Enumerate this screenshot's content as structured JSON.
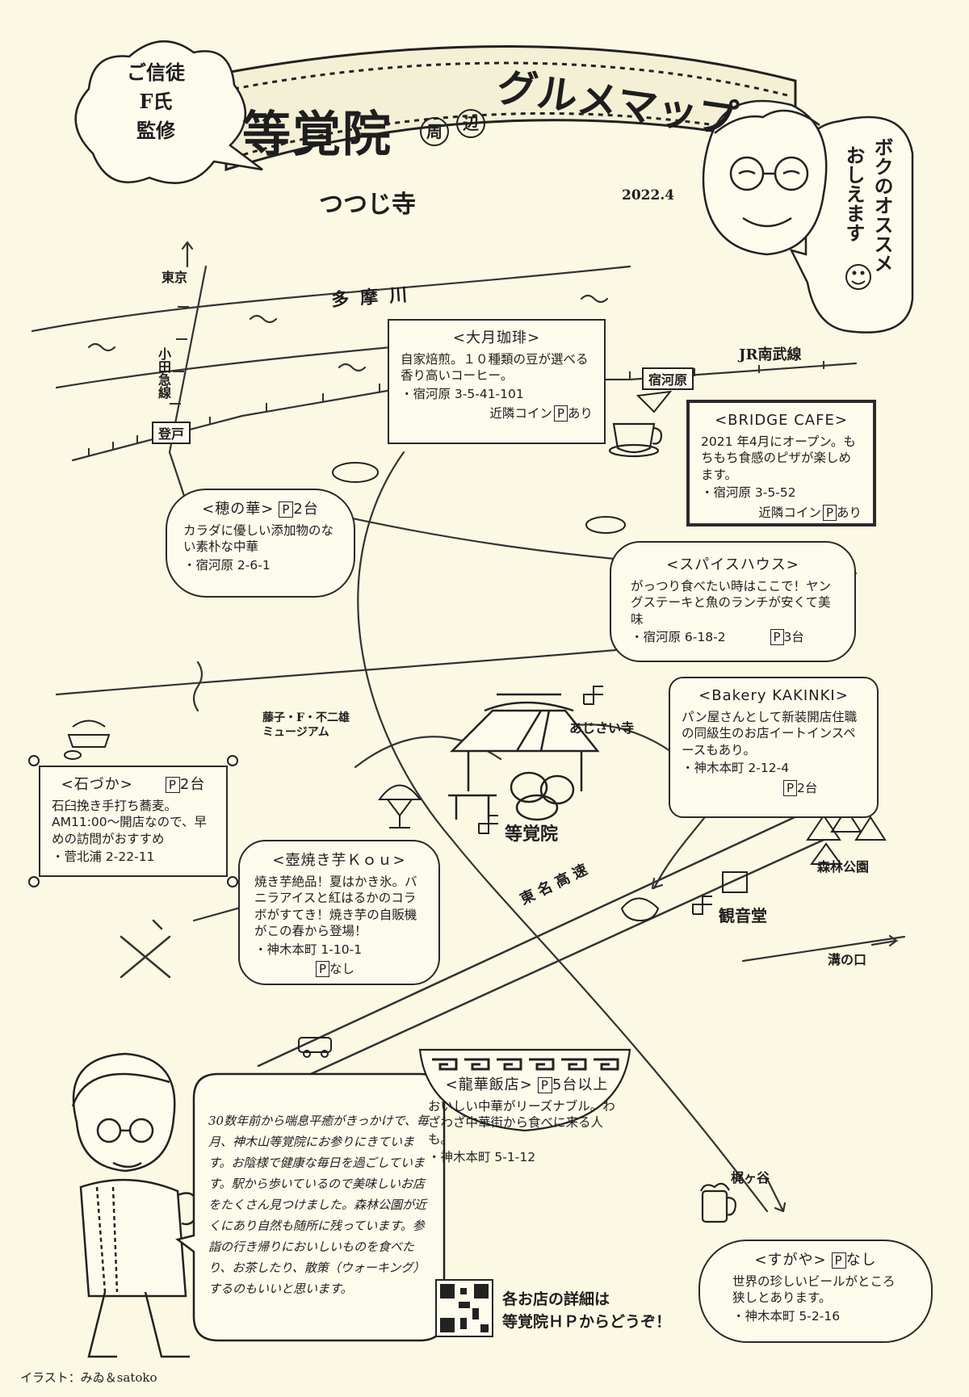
{
  "header": {
    "supervisor": [
      "ご信徒",
      "F氏",
      "監修"
    ],
    "title_main": "等覚院",
    "title_circ1": "周",
    "title_circ2": "辺",
    "title_sub": "グルメマップ",
    "temple_nickname": "つつじ寺",
    "date": "2022.4",
    "recommend": [
      "ボクのオススメ",
      "おしえます"
    ]
  },
  "map": {
    "river": "多摩川",
    "tokyo": "東京",
    "odakyu": "小田急線",
    "noborito": "登戸",
    "jr_line": "JR南武線",
    "shukugawara": "宿河原",
    "museum": "藤子・F・不二雄ミュージアム",
    "ajisai": "あじさい寺",
    "tokakuin": "等覚院",
    "tomei": "東名高速",
    "kannondo": "観音堂",
    "forest_park": "森林公園",
    "mizonokuchi": "溝の口",
    "kajigaya": "梶ヶ谷"
  },
  "shops": {
    "otsuki": {
      "name": "<大月珈琲>",
      "desc": "自家焙煎。１０種類の豆が選べる香り高いコーヒー。",
      "addr": "・宿河原 3-5-41-101",
      "parking_pre": "近隣コイン",
      "parking_p": "P",
      "parking_post": "あり"
    },
    "bridge": {
      "name": "<BRIDGE CAFE>",
      "desc": "2021 年4月にオープン。もちもち食感のピザが楽しめます。",
      "addr": "・宿河原 3-5-52",
      "parking_pre": "近隣コイン",
      "parking_p": "P",
      "parking_post": "あり"
    },
    "honoka": {
      "name": "<穂の華>",
      "parking_p": "P",
      "parking_post": "2台",
      "desc": "カラダに優しい添加物のない素朴な中華",
      "addr": "・宿河原 2-6-1"
    },
    "spice": {
      "name": "<スパイスハウス>",
      "desc": "がっつり食べたい時はここで！ヤングステーキと魚のランチが安くて美味",
      "addr": "・宿河原 6-18-2",
      "parking_p": "P",
      "parking_post": "3台"
    },
    "bakery": {
      "name": "<Bakery KAKINKI>",
      "desc": "パン屋さんとして新装開店住職の同級生のお店イートインスペースもあり。",
      "addr": "・神木本町 2-12-4",
      "parking_p": "P",
      "parking_post": "2台"
    },
    "ishizuka": {
      "name": "<石づか>",
      "parking_p": "P",
      "parking_post": "2台",
      "desc": "石臼挽き手打ち蕎麦。AM11:00～開店なので、早めの訪問がおすすめ",
      "addr": "・菅北浦 2-22-11"
    },
    "kou": {
      "name": "<壺焼き芋Ｋｏｕ>",
      "desc": "焼き芋絶品！夏はかき氷。バニラアイスと紅はるかのコラボがすてき！焼き芋の自販機がこの春から登場！",
      "addr": "・神木本町 1-10-1",
      "parking_p": "P",
      "parking_post": "なし"
    },
    "ryuka": {
      "name": "<龍華飯店>",
      "parking_p": "P",
      "parking_post": "5台以上",
      "desc": "おいしい中華がリーズナブル。わざわざ中華街から食べに来る人も。",
      "addr": "・神木本町 5-1-12"
    },
    "sugaya": {
      "name": "<すがや>",
      "parking_p": "P",
      "parking_post": "なし",
      "desc": "世界の珍しいビールがところ狭しとあります。",
      "addr": "・神木本町 5-2-16"
    }
  },
  "story": "30数年前から喘息平癒がきっかけで、毎月、神木山等覚院にお参りにきています。お陰様で健康な毎日を過ごしています。駅から歩いているので美味しいお店をたくさん見つけました。森林公園が近くにあり自然も随所に残っています。参詣の行き帰りにおいしいものを食べたり、お茶したり、散策（ウォーキング）するのもいいと思います。",
  "hp_info": [
    "各お店の詳細は",
    "等覚院ＨＰからどうぞ！"
  ],
  "credit": "イラスト：みゐ＆satoko"
}
